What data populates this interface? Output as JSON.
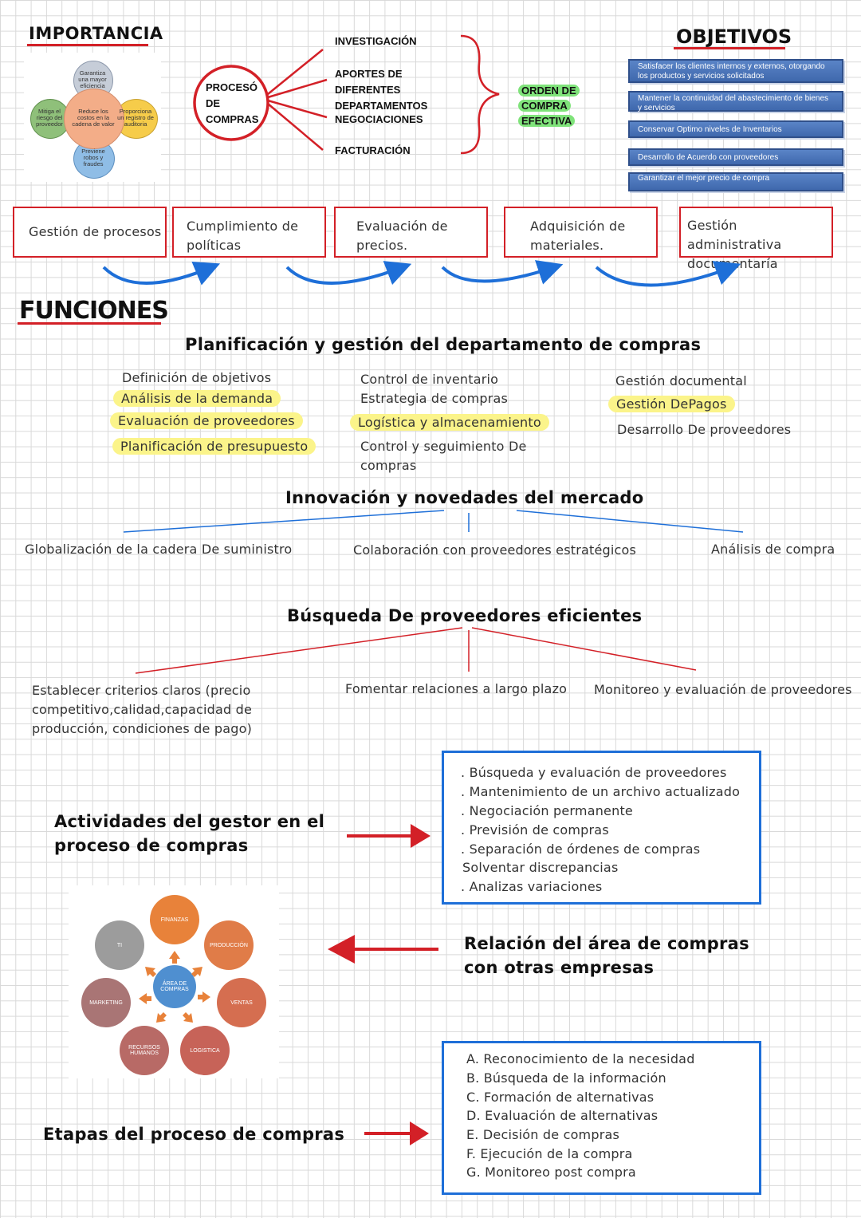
{
  "importancia": {
    "title": "IMPORTANCIA",
    "center": "Reduce los costos en la cadena de valor",
    "top": "Garantiza una mayor eficiencia",
    "left": "Mitiga el riesgo del proveedor",
    "right": "Proporciona un registro de auditoria",
    "bottom": "Previene robos y fraudes"
  },
  "proceso": {
    "center": "PROCESÓ DE COMPRAS",
    "branches": [
      "INVESTIGACIÓN",
      "APORTES DE DIFERENTES DEPARTAMENTOS",
      "NEGOCIACIONES",
      "FACTURACIÓN"
    ],
    "result": "ORDEN DE COMPRA EFECTIVA"
  },
  "objetivos": {
    "title": "OBJETIVOS",
    "items": [
      "Satisfacer los clientes internos y externos, otorgando los productos y servicios solicitados",
      "Mantener la continuidad del abastecimiento de bienes y servicios",
      "Conservar Optimo niveles de Inventarios",
      "Desarrollo de Acuerdo con proveedores",
      "Garantizar el mejor precio de compra"
    ]
  },
  "flow": [
    "Gestión de procesos",
    "Cumplimiento de políticas",
    "Evaluación de precios.",
    "Adquisición de materiales.",
    "Gestión administrativa documentaría"
  ],
  "funciones": {
    "title": "FUNCIONES",
    "planificacion": {
      "title": "Planificación y gestión del departamento de compras",
      "col1": [
        "Definición de objetivos",
        "Análisis de la demanda",
        "Evaluación de proveedores",
        "Planificación de presupuesto"
      ],
      "col2": [
        "Control de inventario",
        "Estrategia de compras",
        "Logística y almacenamiento",
        "Control y seguimiento De compras"
      ],
      "col3": [
        "Gestión documental",
        "Gestión DePagos",
        "Desarrollo De proveedores"
      ]
    },
    "innovacion": {
      "title": "Innovación y novedades del mercado",
      "items": [
        "Globalización de la cadera De suministro",
        "Colaboración con proveedores estratégicos",
        "Análisis de compra"
      ]
    },
    "busqueda": {
      "title": "Búsqueda De proveedores eficientes",
      "items": [
        "Establecer criterios claros (precio competitivo,calidad,capacidad de producción, condiciones de pago)",
        "Fomentar relaciones a largo plazo",
        "Monitoreo y evaluación de proveedores"
      ]
    }
  },
  "actividades": {
    "title": "Actividades del gestor en el proceso de compras",
    "items": [
      ". Búsqueda y evaluación de proveedores",
      ". Mantenimiento de un archivo actualizado",
      ". Negociación permanente",
      ". Previsión de compras",
      ". Separación de órdenes de compras",
      "Solventar discrepancias",
      ". Analizas variaciones"
    ]
  },
  "relacion": {
    "title": "Relación del área de compras con otras empresas",
    "center": "ÁREA DE COMPRAS",
    "nodes": [
      "FINANZAS",
      "PRODUCCIÓN",
      "VENTAS",
      "LOGISTICA",
      "RECURSOS HUMANOS",
      "MARKETING",
      "TI"
    ]
  },
  "etapas": {
    "title": "Etapas del proceso de compras",
    "items": [
      "A. Reconocimiento de la necesidad",
      "B. Búsqueda de la información",
      "C. Formación de alternativas",
      "D. Evaluación de alternativas",
      "E. Decisión de compras",
      "F. Ejecución de la compra",
      "G. Monitoreo post compra"
    ]
  },
  "colors": {
    "red": "#d32027",
    "blue": "#1e6fd8",
    "highlight": "#fbf48a",
    "green": "#7fe37a"
  }
}
